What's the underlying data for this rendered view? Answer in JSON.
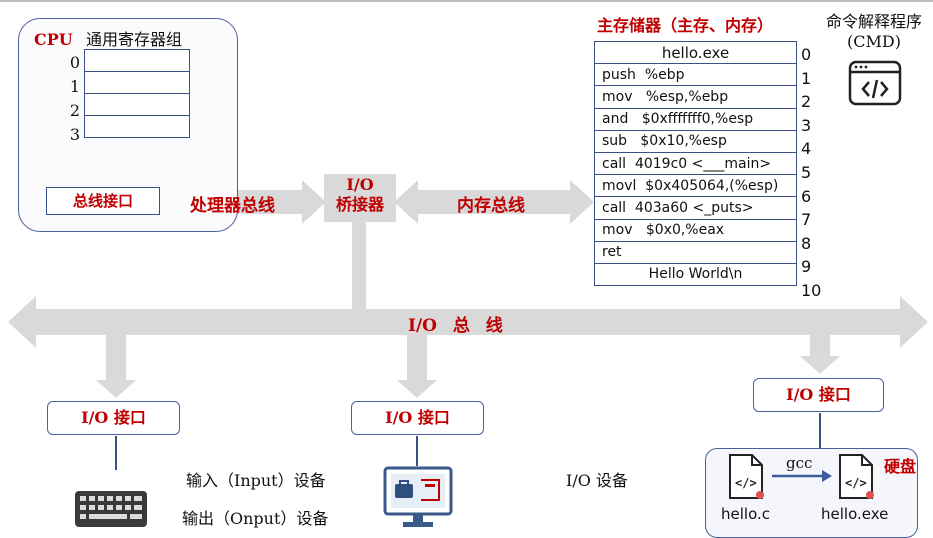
{
  "cpu": {
    "title": "CPU",
    "register_group_label": "通用寄存器组",
    "register_indices": [
      "0",
      "1",
      "2",
      "3"
    ],
    "bus_interface_label": "总线接口"
  },
  "buses": {
    "processor_bus": "处理器总线",
    "io_bridge": "I/O\n桥接器",
    "memory_bus": "内存总线",
    "io_bus": "I/O 总 线"
  },
  "memory": {
    "title": "主存储器（主存、内存）",
    "rows": [
      {
        "index": "0",
        "content": "hello.exe"
      },
      {
        "index": "1",
        "content": "push  %ebp"
      },
      {
        "index": "2",
        "content": "mov   %esp,%ebp"
      },
      {
        "index": "3",
        "content": "and   $0xfffffff0,%esp"
      },
      {
        "index": "4",
        "content": "sub   $0x10,%esp"
      },
      {
        "index": "5",
        "content": "call  4019c0 <___main>"
      },
      {
        "index": "6",
        "content": "movl  $0x405064,(%esp)"
      },
      {
        "index": "7",
        "content": "call  403a60 <_puts>"
      },
      {
        "index": "8",
        "content": "mov   $0x0,%eax"
      },
      {
        "index": "9",
        "content": "ret"
      },
      {
        "index": "10",
        "content": "Hello World\\n"
      }
    ]
  },
  "cmd": {
    "label": "命令解释程序\n(CMD)"
  },
  "io": {
    "interface_label": "I/O 接口",
    "input_devices": "输入（Input）设备",
    "output_devices": "输出（Onput）设备",
    "io_devices": "I/O 设备"
  },
  "disk": {
    "label": "硬盘",
    "compiler": "gcc",
    "source_file": "hello.c",
    "exe_file": "hello.exe"
  },
  "colors": {
    "accent_red": "#c00000",
    "border_blue": "#3c5088",
    "bus_gray": "#d9d9d9"
  }
}
